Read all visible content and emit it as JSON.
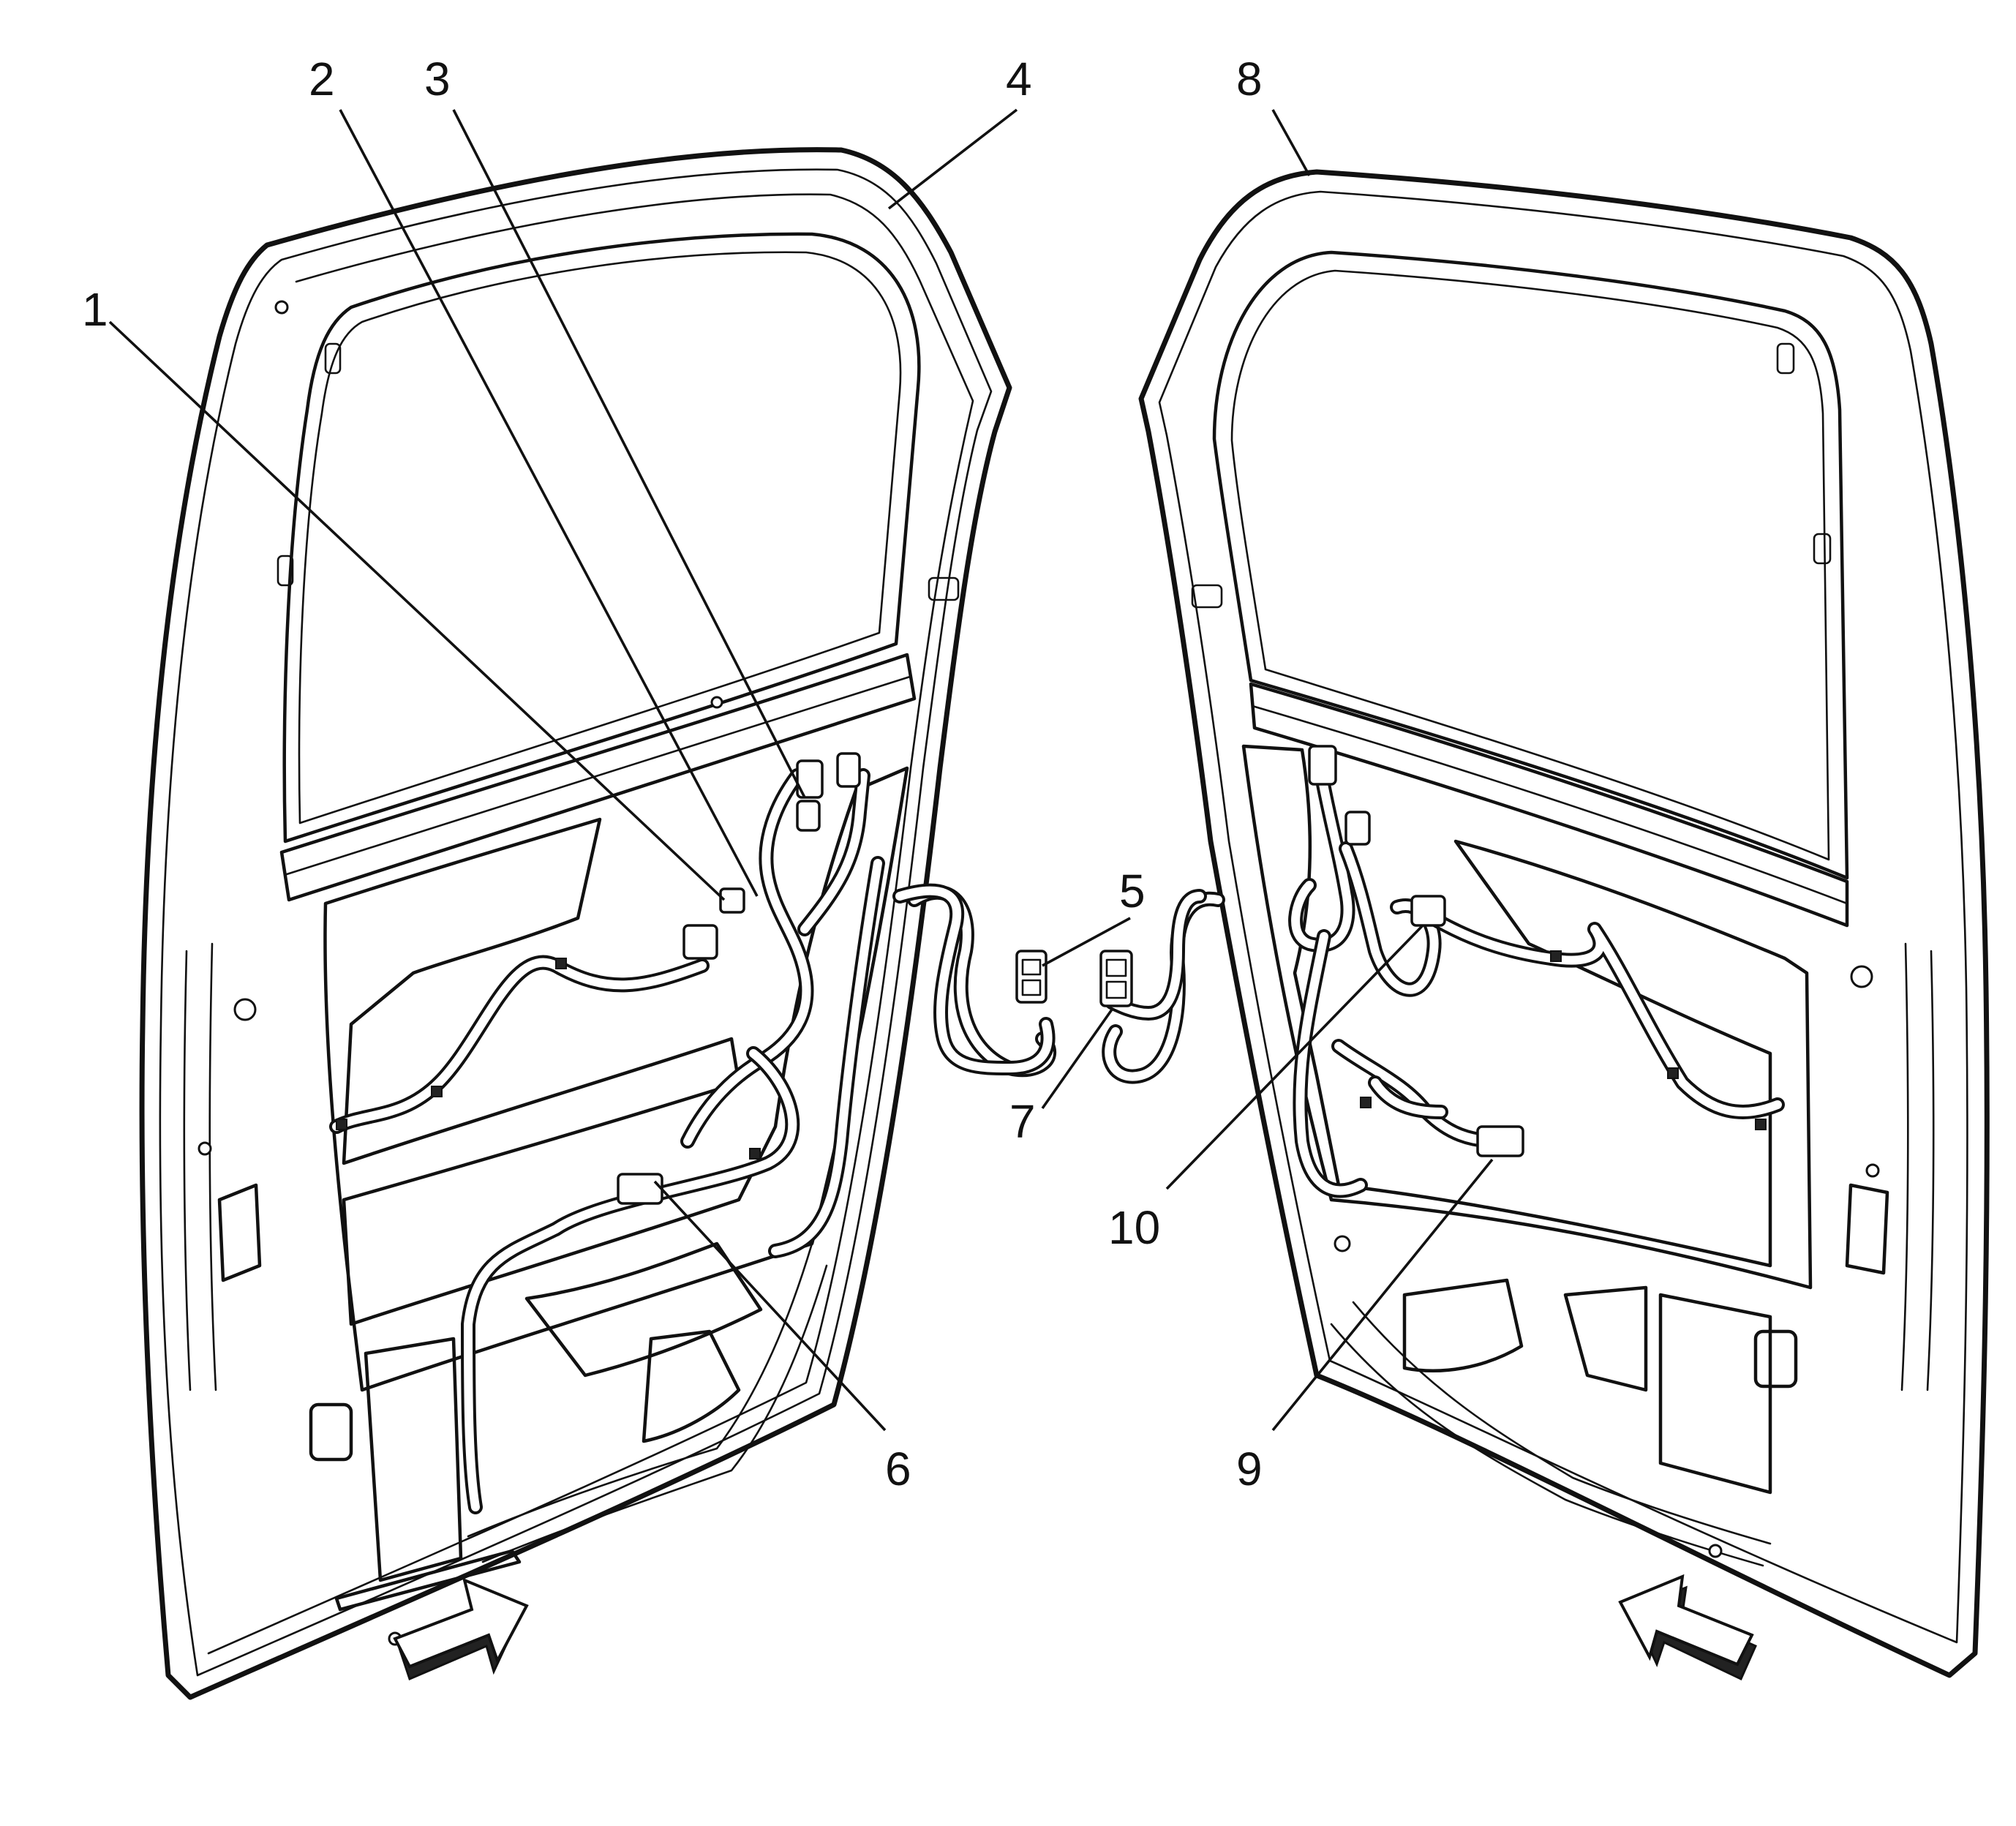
{
  "callouts": [
    {
      "id": "1",
      "label": "1"
    },
    {
      "id": "2",
      "label": "2"
    },
    {
      "id": "3",
      "label": "3"
    },
    {
      "id": "4",
      "label": "4"
    },
    {
      "id": "5",
      "label": "5"
    },
    {
      "id": "6",
      "label": "6"
    },
    {
      "id": "7",
      "label": "7"
    },
    {
      "id": "8",
      "label": "8"
    },
    {
      "id": "9",
      "label": "9"
    },
    {
      "id": "10",
      "label": "10"
    }
  ],
  "icons": {
    "left_arrow": "view-direction-arrow-icon",
    "right_arrow": "view-direction-arrow-icon"
  },
  "colors": {
    "line": "#111111",
    "background": "#ffffff"
  }
}
